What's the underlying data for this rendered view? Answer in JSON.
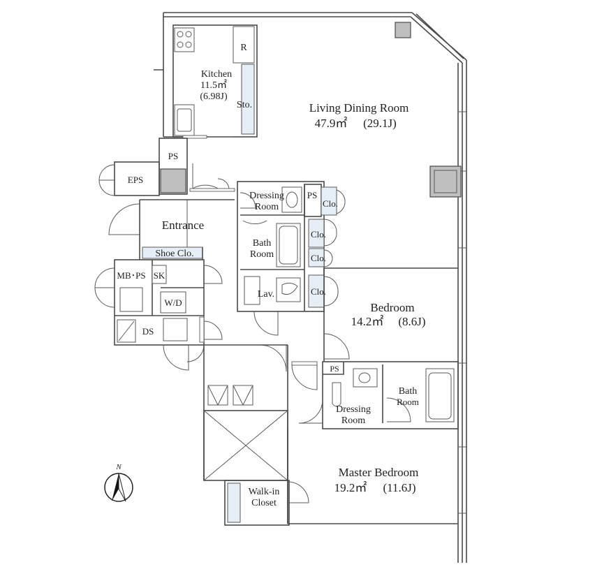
{
  "rooms": {
    "kitchen": {
      "name": "Kitchen",
      "area": "11.5㎡",
      "jo": "(6.98J)"
    },
    "living": {
      "name": "Living Dining Room",
      "area": "47.9㎡",
      "jo": "(29.1J)"
    },
    "entrance": {
      "name": "Entrance"
    },
    "bedroom": {
      "name": "Bedroom",
      "area": "14.2㎡",
      "jo": "(8.6J)"
    },
    "master": {
      "name": "Master Bedroom",
      "area": "19.2㎡",
      "jo": "(11.6J)"
    },
    "dressing1": {
      "line1": "Dressing",
      "line2": "Room"
    },
    "bath1": {
      "line1": "Bath",
      "line2": "Room"
    },
    "dressing2": {
      "line1": "Dressing",
      "line2": "Room"
    },
    "bath2": {
      "line1": "Bath",
      "line2": "Room"
    },
    "walkin": {
      "line1": "Walk-in",
      "line2": "Closet"
    }
  },
  "labels": {
    "refrigerator": "R",
    "storage": "Sto.",
    "ps": "PS",
    "eps": "EPS",
    "shoe_closet": "Shoe Clo.",
    "mb_ps": "MB･PS",
    "sk": "SK",
    "wd": "W/D",
    "ds": "DS",
    "lav": "Lav.",
    "closet": "Clo.",
    "north": "N"
  },
  "colors": {
    "storage_fill": "#e6eef6",
    "column_fill": "#bfbfbf",
    "wall": "#4a4a4a"
  }
}
